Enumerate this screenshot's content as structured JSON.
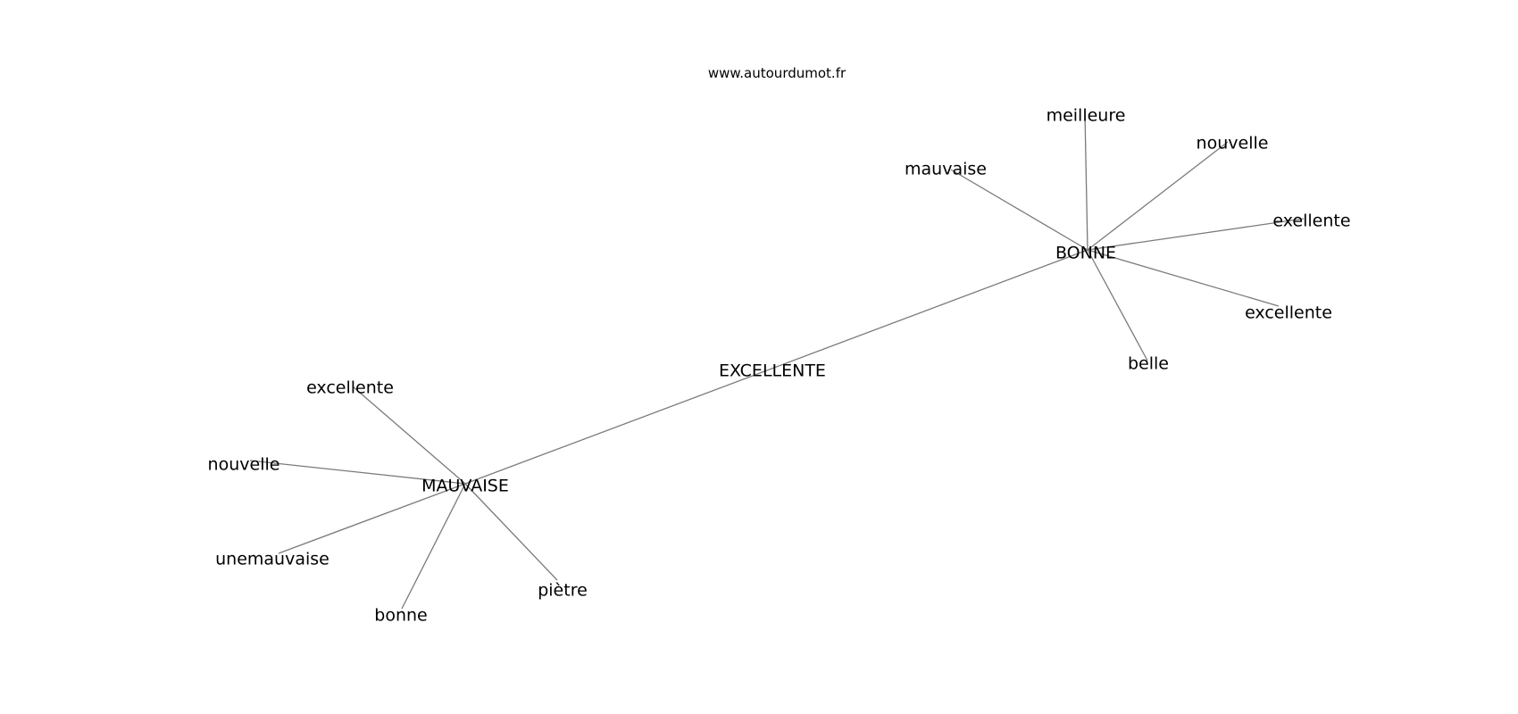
{
  "source": "www.autourdumot.fr",
  "edge_color": "#7a7a7a",
  "text_color": "#000000",
  "background": "#ffffff",
  "nodes": [
    {
      "id": "excellente_center",
      "label": "EXCELLENTE",
      "role": "center"
    },
    {
      "id": "bonne_hub",
      "label": "BONNE",
      "role": "hub"
    },
    {
      "id": "mauvaise_hub",
      "label": "MAUVAISE",
      "role": "hub"
    },
    {
      "id": "b_meilleure",
      "label": "meilleure",
      "role": "leaf"
    },
    {
      "id": "b_nouvelle",
      "label": "nouvelle",
      "role": "leaf"
    },
    {
      "id": "b_mauvaise",
      "label": "mauvaise",
      "role": "leaf"
    },
    {
      "id": "b_exellente",
      "label": "exellente",
      "role": "leaf"
    },
    {
      "id": "b_excellente",
      "label": "excellente",
      "role": "leaf"
    },
    {
      "id": "b_belle",
      "label": "belle",
      "role": "leaf"
    },
    {
      "id": "m_excellente",
      "label": "excellente",
      "role": "leaf"
    },
    {
      "id": "m_nouvelle",
      "label": "nouvelle",
      "role": "leaf"
    },
    {
      "id": "m_unemauvaise",
      "label": "unemauvaise",
      "role": "leaf"
    },
    {
      "id": "m_bonne",
      "label": "bonne",
      "role": "leaf"
    },
    {
      "id": "m_pietre",
      "label": "piètre",
      "role": "leaf"
    }
  ],
  "edges": [
    [
      "bonne_hub",
      "mauvaise_hub"
    ],
    [
      "bonne_hub",
      "b_meilleure"
    ],
    [
      "bonne_hub",
      "b_nouvelle"
    ],
    [
      "bonne_hub",
      "b_mauvaise"
    ],
    [
      "bonne_hub",
      "b_exellente"
    ],
    [
      "bonne_hub",
      "b_excellente"
    ],
    [
      "bonne_hub",
      "b_belle"
    ],
    [
      "mauvaise_hub",
      "m_excellente"
    ],
    [
      "mauvaise_hub",
      "m_nouvelle"
    ],
    [
      "mauvaise_hub",
      "m_unemauvaise"
    ],
    [
      "mauvaise_hub",
      "m_bonne"
    ],
    [
      "mauvaise_hub",
      "m_pietre"
    ]
  ]
}
